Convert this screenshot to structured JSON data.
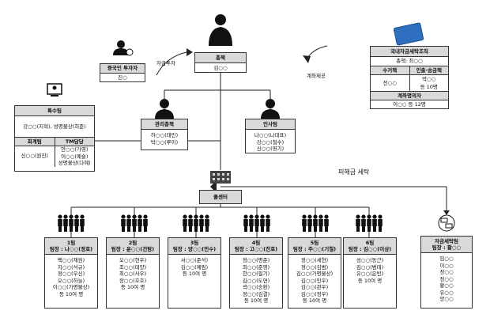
{
  "boss": {
    "title": "총책",
    "name": "김○○"
  },
  "investor": {
    "title": "중국인 투자자",
    "name": "진○"
  },
  "domestic": {
    "title": "국내자금세탁조직",
    "leader": "총책: 최○○",
    "col1_title": "수거책",
    "col1_value": "전○○",
    "col2_title": "인출·송금책",
    "col2_values": [
      "박○○",
      "등 10명"
    ],
    "holder_title": "계좌명의자",
    "holder_value": "이○○ 등 12명"
  },
  "special": {
    "title": "특수팀",
    "members": "강○○(지혁), 성명불상(희준)",
    "col1_title": "회계팀",
    "col1_value": "신○○(원진)",
    "col2_title": "TM담당",
    "col2_values": [
      "안○○(가영)",
      "이○○(예슬)",
      "성명불상(다혜)"
    ]
  },
  "mgmt": {
    "title": "관리총책",
    "members": [
      "하○○(태민)",
      "박○○(루이)"
    ]
  },
  "hr": {
    "title": "인사팀",
    "members": [
      "나○○(나대표)",
      "강○○(철수)",
      "신○○(영기)"
    ]
  },
  "callcenter": {
    "title": "콜센터"
  },
  "labels": {
    "invest": "자금투자",
    "account": "계좌제공",
    "launder": "피해금 세탁"
  },
  "teams": [
    {
      "name": "1팀",
      "leader": "팀장 : 나○○(정호)",
      "members": [
        "백○○(재원)",
        "지○○(석규)",
        "정○○(우신)",
        "오○○(하늘)",
        "이○○(가명불상)",
        "등 10여 명"
      ]
    },
    {
      "name": "2팀",
      "leader": "팀장 : 윤○○(건탐)",
      "members": [
        "오○○(현우)",
        "조○○(태양)",
        "최○○(사우)",
        "장○○(호호)",
        "등 10여 명"
      ]
    },
    {
      "name": "3팀",
      "leader": "팀장 : 양○○(민수)",
      "members": [
        "서○○(준석)",
        "김○○(예림)",
        "등 10여 명"
      ]
    },
    {
      "name": "4팀",
      "leader": "팀장 : 고○○(진호)",
      "members": [
        "정○○(명준)",
        "최○○(준영)",
        "한○○(필기)",
        "김○○(도연)",
        "곽○○(승환)",
        "정○○(김결)",
        "등 10여 명"
      ]
    },
    {
      "name": "5팀",
      "leader": "팀장 : 주○○(기철)",
      "members": [
        "정○○(세현)",
        "정○○(김범)",
        "김○○(가명불상)",
        "김○○(민우)",
        "김○○(관우)",
        "김○○(정우)",
        "등 10여 명"
      ]
    },
    {
      "name": "6팀",
      "leader": "팀장 : 김○○(이상)",
      "members": [
        "성○○(동근)",
        "김○○(범태)",
        "유○○(은빈)",
        "등 10여 명"
      ]
    }
  ],
  "laundering_team": {
    "name": "자금세탁팀",
    "leader": "팀장 : 황○○",
    "members": [
      "임○○",
      "이○○",
      "정○○",
      "정○○",
      "황○○",
      "유○○",
      "양○○"
    ]
  }
}
